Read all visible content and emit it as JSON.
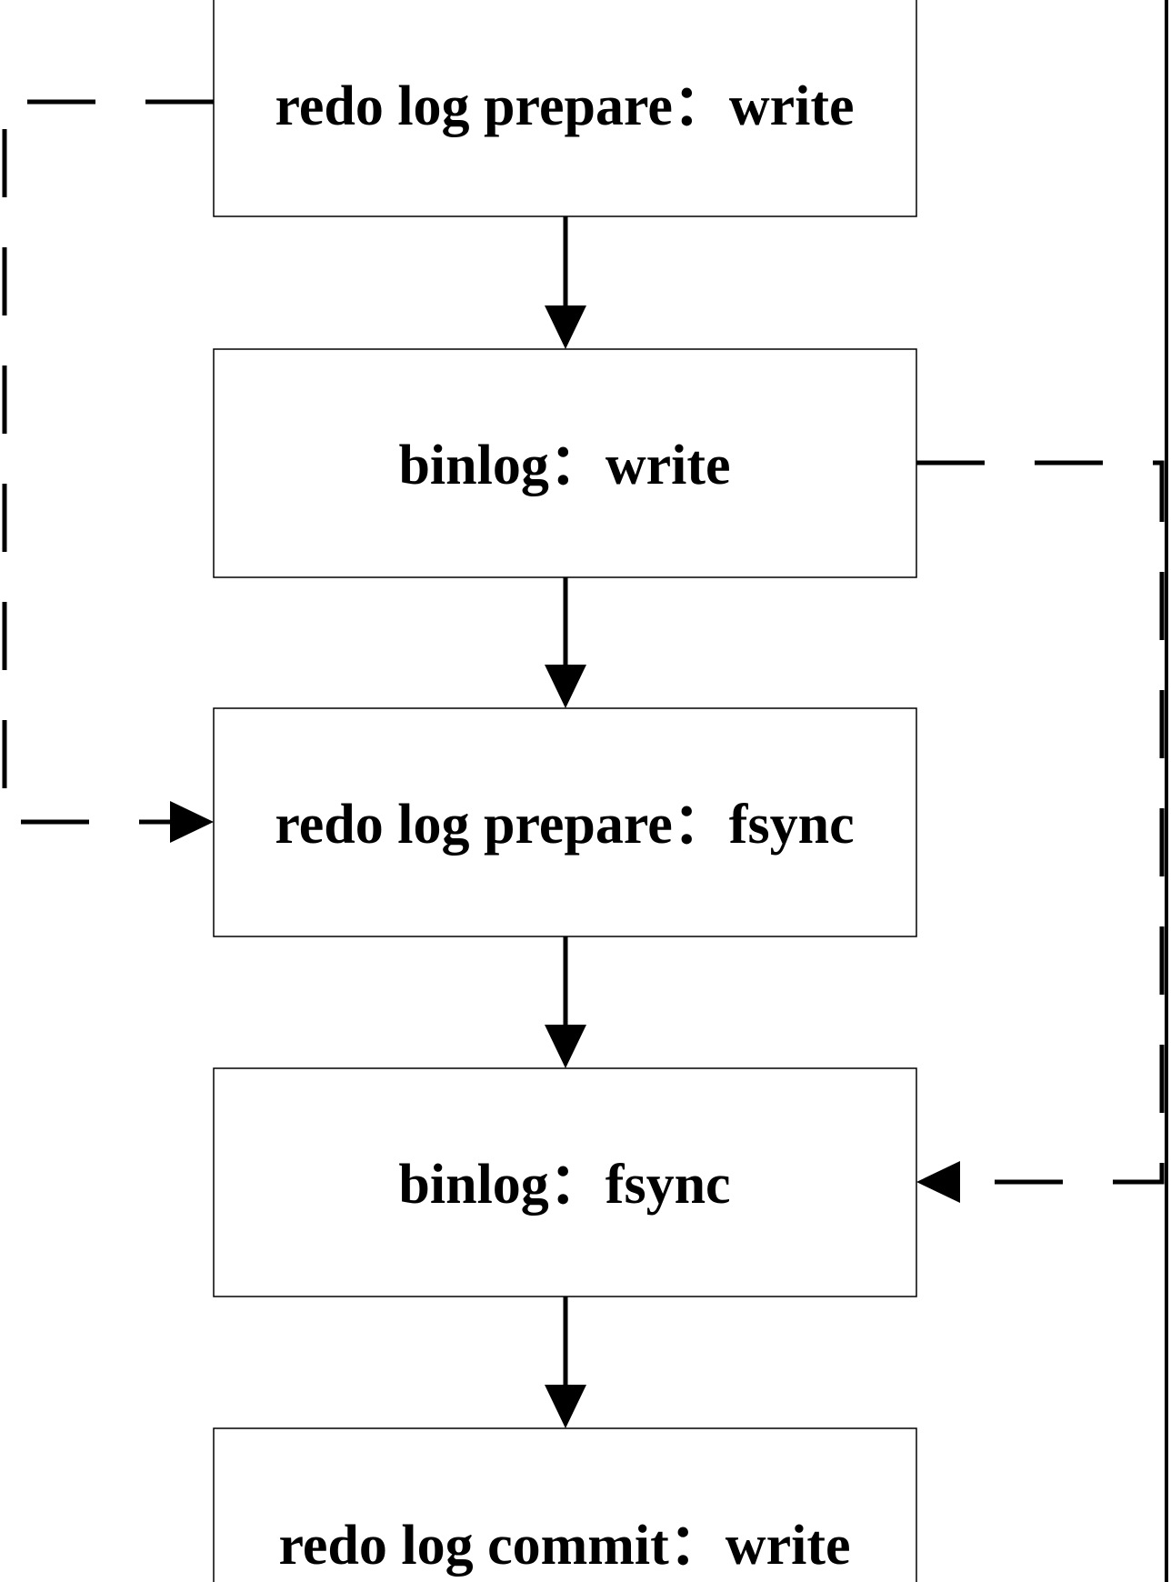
{
  "diagram": {
    "nodes": [
      {
        "id": "redo-prepare-write",
        "label": "redo log prepare：write"
      },
      {
        "id": "binlog-write",
        "label": "binlog：write"
      },
      {
        "id": "redo-prepare-fsync",
        "label": "redo log prepare：fsync"
      },
      {
        "id": "binlog-fsync",
        "label": "binlog：fsync"
      },
      {
        "id": "redo-commit-write",
        "label": "redo log commit：write"
      }
    ],
    "edges": [
      {
        "from": "redo-prepare-write",
        "to": "binlog-write",
        "style": "solid"
      },
      {
        "from": "binlog-write",
        "to": "redo-prepare-fsync",
        "style": "solid"
      },
      {
        "from": "redo-prepare-fsync",
        "to": "binlog-fsync",
        "style": "solid"
      },
      {
        "from": "binlog-fsync",
        "to": "redo-commit-write",
        "style": "solid"
      },
      {
        "from": "redo-prepare-write",
        "to": "redo-prepare-fsync",
        "style": "dashed",
        "side": "left"
      },
      {
        "from": "binlog-write",
        "to": "binlog-fsync",
        "style": "dashed",
        "side": "right"
      }
    ],
    "colors": {
      "stroke": "#000000",
      "background": "#ffffff"
    }
  }
}
